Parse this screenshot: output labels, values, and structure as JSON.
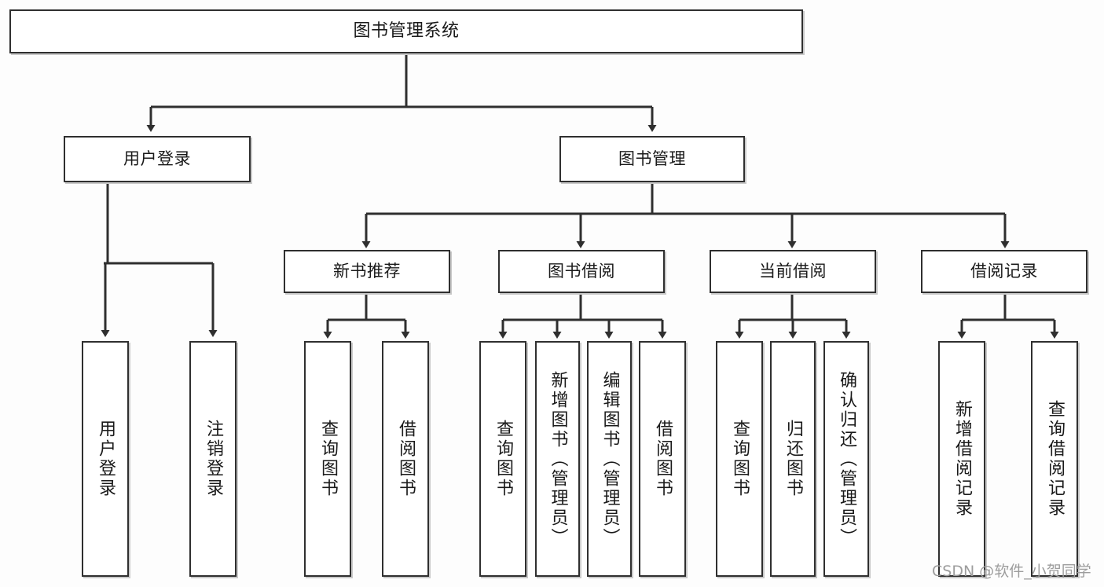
{
  "diagram": {
    "title": "图书管理系统",
    "type": "tree",
    "colors": {
      "background": "#fdfdfd",
      "box_fill": "#ffffff",
      "box_border": "#2f2f2f",
      "connector": "#2f2f2f",
      "shadow": "#c9c9c9",
      "text": "#1a1a1a",
      "watermark": "#9d9d9d"
    },
    "root": {
      "label": "图书管理系统"
    },
    "level2": [
      {
        "label": "用户登录"
      },
      {
        "label": "图书管理"
      }
    ],
    "level3": [
      {
        "label": "新书推荐"
      },
      {
        "label": "图书借阅"
      },
      {
        "label": "当前借阅"
      },
      {
        "label": "借阅记录"
      }
    ],
    "leaves": {
      "user_login": [
        {
          "label": "用户登录"
        },
        {
          "label": "注销登录"
        }
      ],
      "new_book_recommend": [
        {
          "label": "查询图书"
        },
        {
          "label": "借阅图书"
        }
      ],
      "book_borrow": [
        {
          "label": "查询图书"
        },
        {
          "label": "新增图书（管理员）"
        },
        {
          "label": "编辑图书（管理员）"
        },
        {
          "label": "借阅图书"
        }
      ],
      "current_borrow": [
        {
          "label": "查询图书"
        },
        {
          "label": "归还图书"
        },
        {
          "label": "确认归还（管理员）"
        }
      ],
      "borrow_record": [
        {
          "label": "新增借阅记录"
        },
        {
          "label": "查询借阅记录"
        }
      ]
    }
  },
  "watermark": {
    "text": "CSDN @软件_小贺同学"
  }
}
